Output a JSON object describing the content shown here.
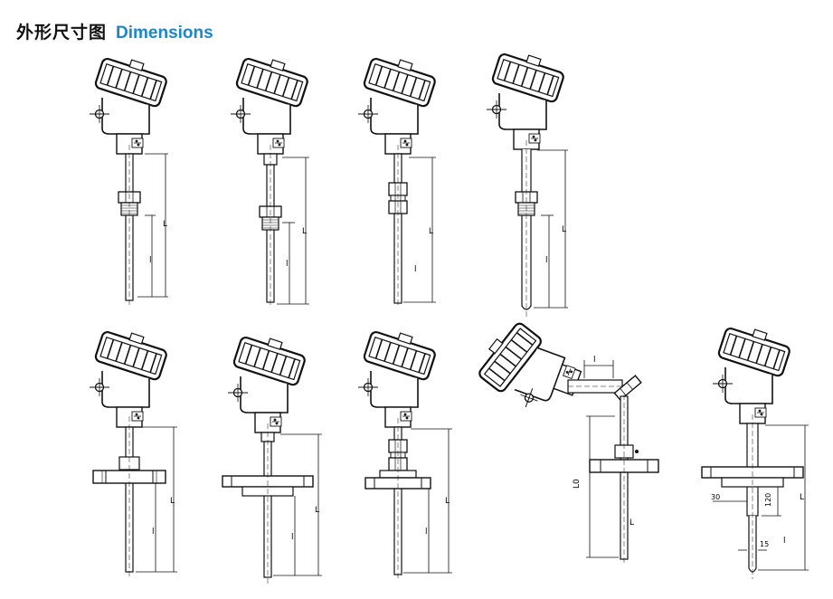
{
  "header": {
    "title_cn": "外形尺寸图",
    "title_en": "Dimensions",
    "accent_color": "#1b87c9"
  },
  "drawings": [
    {
      "name": "thermocouple-threaded-fixed",
      "labels": [
        "L",
        "l"
      ]
    },
    {
      "name": "thermocouple-threaded-fixed-2",
      "labels": [
        "L",
        "l"
      ]
    },
    {
      "name": "thermocouple-movable-union",
      "labels": [
        "L",
        "l"
      ]
    },
    {
      "name": "thermocouple-threaded-closed-tip",
      "labels": [
        "L",
        "l"
      ]
    },
    {
      "name": "thermocouple-flange-fixed",
      "labels": [
        "L",
        "l"
      ]
    },
    {
      "name": "thermocouple-flange-fixed-2",
      "labels": [
        "L",
        "l"
      ]
    },
    {
      "name": "thermocouple-flange-union",
      "labels": [
        "L",
        "l"
      ]
    },
    {
      "name": "thermocouple-angled-flange",
      "labels": [
        "L",
        "l",
        "L0"
      ]
    },
    {
      "name": "thermocouple-flange-stepped-tip",
      "labels": [
        "L",
        "l",
        "120",
        "30",
        "15"
      ]
    }
  ]
}
